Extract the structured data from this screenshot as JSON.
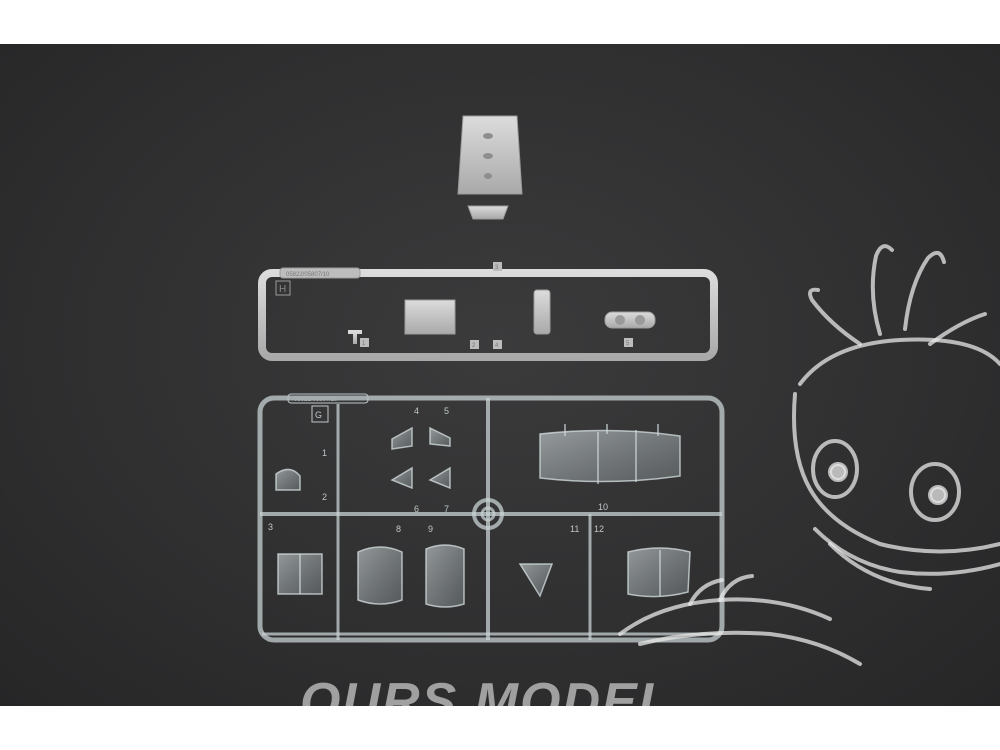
{
  "sprue_h": {
    "letter": "H",
    "code": "05822/05807/10",
    "part_numbers": [
      "1",
      "2",
      "3",
      "4",
      "5"
    ]
  },
  "sprue_g": {
    "letter": "G",
    "code": "05822/05807/10",
    "part_numbers": [
      "1",
      "2",
      "3",
      "4",
      "5",
      "6",
      "7",
      "8",
      "9",
      "10",
      "11",
      "12"
    ]
  },
  "watermark": {
    "text": "OURS MODEL",
    "logo": "cartoon-creature-logo"
  },
  "colors": {
    "background": "#ffffff",
    "mat": "#303031",
    "grey_plastic": "#c9c9c9",
    "clear_plastic": "#cfd8da"
  }
}
